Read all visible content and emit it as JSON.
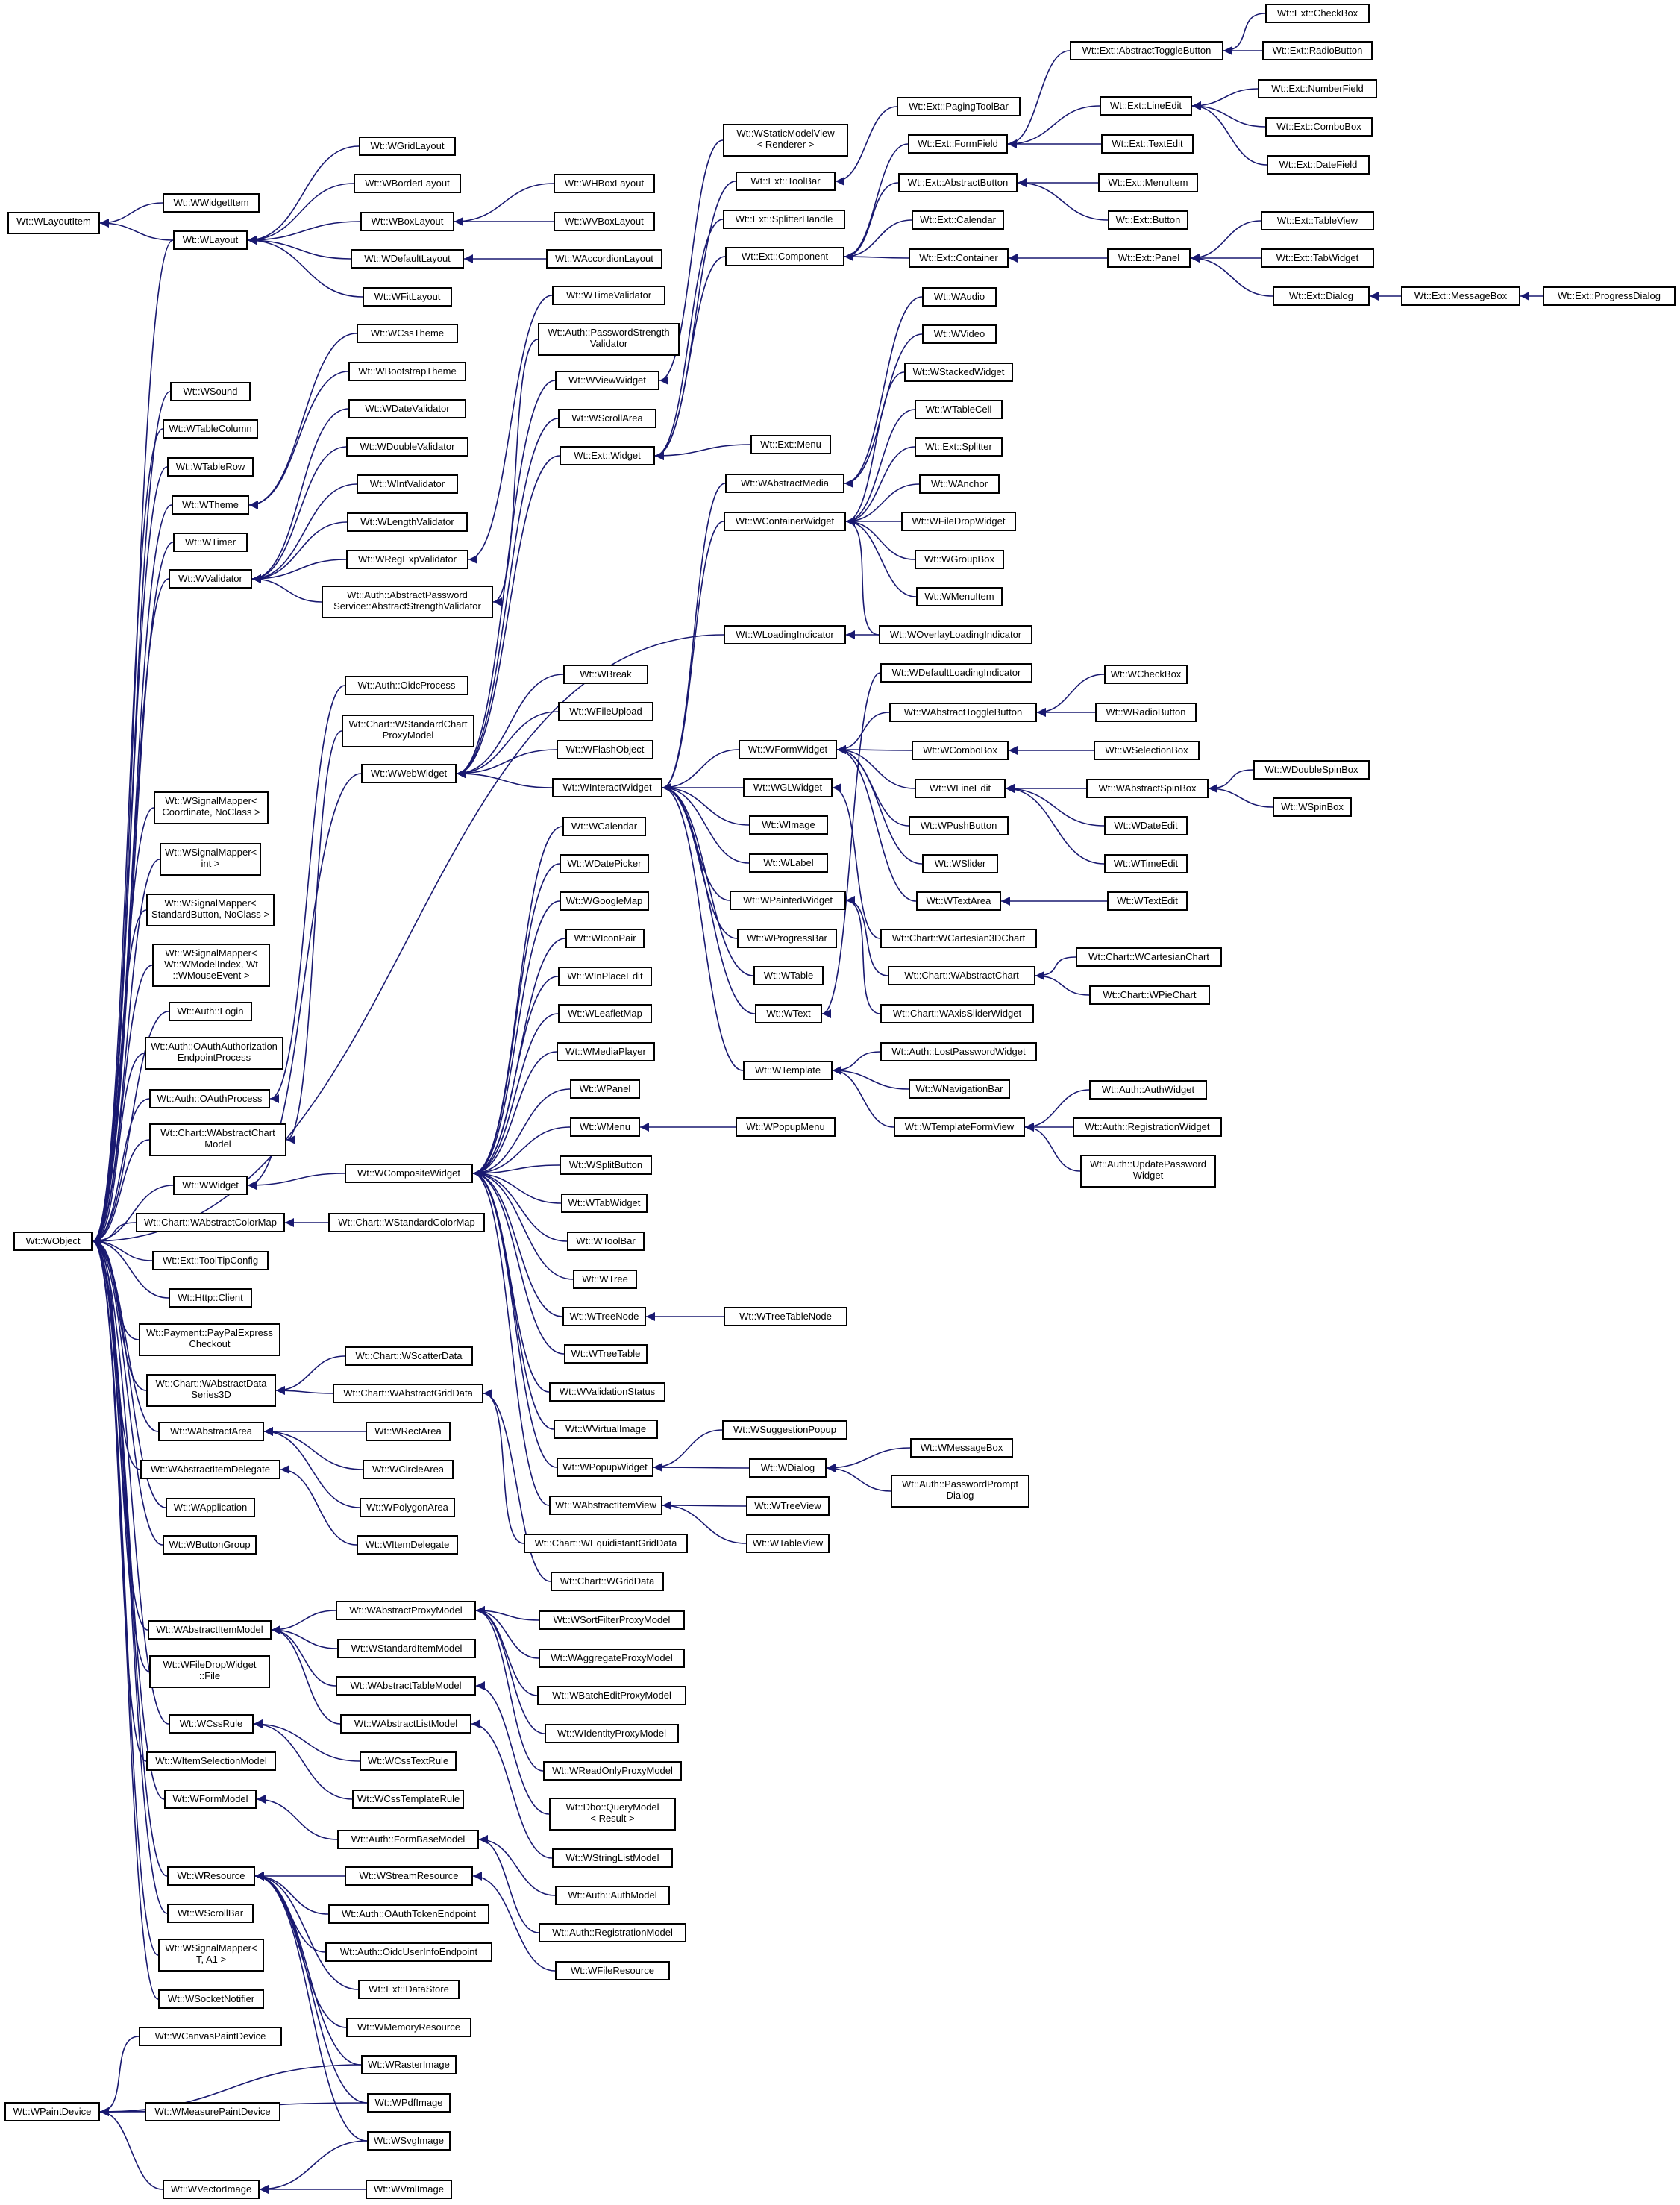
{
  "nodes": {
    "WLayoutItem": "Wt::WLayoutItem",
    "WWidgetItem": "Wt::WWidgetItem",
    "WLayout": "Wt::WLayout",
    "WGridLayout": "Wt::WGridLayout",
    "WBorderLayout": "Wt::WBorderLayout",
    "WBoxLayout": "Wt::WBoxLayout",
    "WHBoxLayout": "Wt::WHBoxLayout",
    "WVBoxLayout": "Wt::WVBoxLayout",
    "WDefaultLayout": "Wt::WDefaultLayout",
    "WAccordionLayout": "Wt::WAccordionLayout",
    "WFitLayout": "Wt::WFitLayout",
    "WObject": "Wt::WObject",
    "WSound": "Wt::WSound",
    "WTableColumn": "Wt::WTableColumn",
    "WTableRow": "Wt::WTableRow",
    "WTheme": "Wt::WTheme",
    "WCssTheme": "Wt::WCssTheme",
    "WBootstrapTheme": "Wt::WBootstrapTheme",
    "WTimer": "Wt::WTimer",
    "WValidator": "Wt::WValidator",
    "WDateValidator": "Wt::WDateValidator",
    "WDoubleValidator": "Wt::WDoubleValidator",
    "WIntValidator": "Wt::WIntValidator",
    "WLengthValidator": "Wt::WLengthValidator",
    "WRegExpValidator": "Wt::WRegExpValidator",
    "AbstractPasswordService": "Wt::Auth::AbstractPassword\nService::AbstractStrengthValidator",
    "WTimeValidator": "Wt::WTimeValidator",
    "PasswordStrengthValidator": "Wt::Auth::PasswordStrength\nValidator",
    "WViewWidget": "Wt::WViewWidget",
    "WScrollArea": "Wt::WScrollArea",
    "ExtWidget": "Wt::Ext::Widget",
    "ExtMenu": "Wt::Ext::Menu",
    "WStaticModelView": "Wt::WStaticModelView\n< Renderer >",
    "ExtToolBar": "Wt::Ext::ToolBar",
    "ExtSplitterHandle": "Wt::Ext::SplitterHandle",
    "ExtComponent": "Wt::Ext::Component",
    "ExtPagingToolBar": "Wt::Ext::PagingToolBar",
    "ExtFormField": "Wt::Ext::FormField",
    "ExtAbstractButton": "Wt::Ext::AbstractButton",
    "ExtCalendar": "Wt::Ext::Calendar",
    "ExtContainer": "Wt::Ext::Container",
    "ExtAbstractToggleButton": "Wt::Ext::AbstractToggleButton",
    "ExtLineEdit": "Wt::Ext::LineEdit",
    "ExtTextEdit": "Wt::Ext::TextEdit",
    "ExtMenuItem": "Wt::Ext::MenuItem",
    "ExtButton": "Wt::Ext::Button",
    "ExtPanel": "Wt::Ext::Panel",
    "ExtCheckBox": "Wt::Ext::CheckBox",
    "ExtRadioButton": "Wt::Ext::RadioButton",
    "ExtNumberField": "Wt::Ext::NumberField",
    "ExtComboBox": "Wt::Ext::ComboBox",
    "ExtDateField": "Wt::Ext::DateField",
    "ExtTableView": "Wt::Ext::TableView",
    "ExtTabWidget": "Wt::Ext::TabWidget",
    "ExtDialog": "Wt::Ext::Dialog",
    "ExtMessageBox": "Wt::Ext::MessageBox",
    "ExtProgressDialog": "Wt::Ext::ProgressDialog",
    "WAbstractMedia": "Wt::WAbstractMedia",
    "WContainerWidget": "Wt::WContainerWidget",
    "WAudio": "Wt::WAudio",
    "WVideo": "Wt::WVideo",
    "WStackedWidget": "Wt::WStackedWidget",
    "WTableCell": "Wt::WTableCell",
    "ExtSplitter": "Wt::Ext::Splitter",
    "WAnchor": "Wt::WAnchor",
    "WFileDropWidget": "Wt::WFileDropWidget",
    "WGroupBox": "Wt::WGroupBox",
    "WMenuItem": "Wt::WMenuItem",
    "WLoadingIndicator": "Wt::WLoadingIndicator",
    "WOverlayLoadingIndicator": "Wt::WOverlayLoadingIndicator",
    "WDefaultLoadingIndicator": "Wt::WDefaultLoadingIndicator",
    "AuthOidcProcess": "Wt::Auth::OidcProcess",
    "ChartWStandardChartProxyModel": "Wt::Chart::WStandardChart\nProxyModel",
    "WWebWidget": "Wt::WWebWidget",
    "WBreak": "Wt::WBreak",
    "WFileUpload": "Wt::WFileUpload",
    "WFlashObject": "Wt::WFlashObject",
    "WInteractWidget": "Wt::WInteractWidget",
    "WFormWidget": "Wt::WFormWidget",
    "WGLWidget": "Wt::WGLWidget",
    "WImage": "Wt::WImage",
    "WLabel": "Wt::WLabel",
    "WPaintedWidget": "Wt::WPaintedWidget",
    "WProgressBar": "Wt::WProgressBar",
    "WTable": "Wt::WTable",
    "WText": "Wt::WText",
    "WTemplate": "Wt::WTemplate",
    "WAbstractToggleButton": "Wt::WAbstractToggleButton",
    "WCheckBox": "Wt::WCheckBox",
    "WRadioButton": "Wt::WRadioButton",
    "WComboBox": "Wt::WComboBox",
    "WSelectionBox": "Wt::WSelectionBox",
    "WLineEdit": "Wt::WLineEdit",
    "WAbstractSpinBox": "Wt::WAbstractSpinBox",
    "WDoubleSpinBox": "Wt::WDoubleSpinBox",
    "WSpinBox": "Wt::WSpinBox",
    "WDateEdit": "Wt::WDateEdit",
    "WTimeEdit": "Wt::WTimeEdit",
    "WPushButton": "Wt::WPushButton",
    "WSlider": "Wt::WSlider",
    "WTextArea": "Wt::WTextArea",
    "WTextEdit": "Wt::WTextEdit",
    "ChartWCartesian3DChart": "Wt::Chart::WCartesian3DChart",
    "ChartWAbstractChart": "Wt::Chart::WAbstractChart",
    "ChartWCartesianChart": "Wt::Chart::WCartesianChart",
    "ChartWPieChart": "Wt::Chart::WPieChart",
    "ChartWAxisSliderWidget": "Wt::Chart::WAxisSliderWidget",
    "AuthLostPasswordWidget": "Wt::Auth::LostPasswordWidget",
    "WNavigationBar": "Wt::WNavigationBar",
    "WTemplateFormView": "Wt::WTemplateFormView",
    "AuthAuthWidget": "Wt::Auth::AuthWidget",
    "AuthRegistrationWidget": "Wt::Auth::RegistrationWidget",
    "AuthUpdatePasswordWidget": "Wt::Auth::UpdatePassword\nWidget",
    "WSignalMapper1": "Wt::WSignalMapper<\nCoordinate, NoClass >",
    "WSignalMapper2": "Wt::WSignalMapper<\nint >",
    "WSignalMapper3": "Wt::WSignalMapper<\nStandardButton, NoClass >",
    "WSignalMapper4": "Wt::WSignalMapper<\nWt::WModelIndex, Wt\n::WMouseEvent >",
    "AuthLogin": "Wt::Auth::Login",
    "AuthOAuthAuthorizationEndpointProcess": "Wt::Auth::OAuthAuthorization\nEndpointProcess",
    "AuthOAuthProcess": "Wt::Auth::OAuthProcess",
    "ChartWAbstractChartModel": "Wt::Chart::WAbstractChart\nModel",
    "WWidget": "Wt::WWidget",
    "WCompositeWidget": "Wt::WCompositeWidget",
    "WCalendar": "Wt::WCalendar",
    "WDatePicker": "Wt::WDatePicker",
    "WGoogleMap": "Wt::WGoogleMap",
    "WIconPair": "Wt::WIconPair",
    "WInPlaceEdit": "Wt::WInPlaceEdit",
    "WLeafletMap": "Wt::WLeafletMap",
    "WMediaPlayer": "Wt::WMediaPlayer",
    "WPanel": "Wt::WPanel",
    "WMenu": "Wt::WMenu",
    "WPopupMenu": "Wt::WPopupMenu",
    "WSplitButton": "Wt::WSplitButton",
    "WTabWidget": "Wt::WTabWidget",
    "WToolBar": "Wt::WToolBar",
    "WTree": "Wt::WTree",
    "WTreeNode": "Wt::WTreeNode",
    "WTreeTableNode": "Wt::WTreeTableNode",
    "WTreeTable": "Wt::WTreeTable",
    "WValidationStatus": "Wt::WValidationStatus",
    "WVirtualImage": "Wt::WVirtualImage",
    "WPopupWidget": "Wt::WPopupWidget",
    "WSuggestionPopup": "Wt::WSuggestionPopup",
    "WDialog": "Wt::WDialog",
    "WMessageBox": "Wt::WMessageBox",
    "AuthPasswordPromptDialog": "Wt::Auth::PasswordPrompt\nDialog",
    "WAbstractItemView": "Wt::WAbstractItemView",
    "WTreeView": "Wt::WTreeView",
    "WTableView": "Wt::WTableView",
    "ChartWEquidistantGridData": "Wt::Chart::WEquidistantGridData",
    "ChartWGridData": "Wt::Chart::WGridData",
    "ChartWAbstractColorMap": "Wt::Chart::WAbstractColorMap",
    "ChartWStandardColorMap": "Wt::Chart::WStandardColorMap",
    "ExtToolTipConfig": "Wt::Ext::ToolTipConfig",
    "HttpClient": "Wt::Http::Client",
    "PaymentPayPalExpressCheckout": "Wt::Payment::PayPalExpress\nCheckout",
    "ChartWAbstractDataSeries3D": "Wt::Chart::WAbstractData\nSeries3D",
    "ChartWScatterData": "Wt::Chart::WScatterData",
    "ChartWAbstractGridData": "Wt::Chart::WAbstractGridData",
    "WAbstractArea": "Wt::WAbstractArea",
    "WRectArea": "Wt::WRectArea",
    "WCircleArea": "Wt::WCircleArea",
    "WPolygonArea": "Wt::WPolygonArea",
    "WAbstractItemDelegate": "Wt::WAbstractItemDelegate",
    "WItemDelegate": "Wt::WItemDelegate",
    "WApplication": "Wt::WApplication",
    "WButtonGroup": "Wt::WButtonGroup",
    "WAbstractItemModel": "Wt::WAbstractItemModel",
    "WAbstractProxyModel": "Wt::WAbstractProxyModel",
    "WStandardItemModel": "Wt::WStandardItemModel",
    "WAbstractTableModel": "Wt::WAbstractTableModel",
    "WAbstractListModel": "Wt::WAbstractListModel",
    "WSortFilterProxyModel": "Wt::WSortFilterProxyModel",
    "WAggregateProxyModel": "Wt::WAggregateProxyModel",
    "WBatchEditProxyModel": "Wt::WBatchEditProxyModel",
    "WIdentityProxyModel": "Wt::WIdentityProxyModel",
    "WReadOnlyProxyModel": "Wt::WReadOnlyProxyModel",
    "DboQueryModel": "Wt::Dbo::QueryModel\n< Result >",
    "WStringListModel": "Wt::WStringListModel",
    "WFileDropWidgetFile": "Wt::WFileDropWidget\n::File",
    "WCssRule": "Wt::WCssRule",
    "WCssTextRule": "Wt::WCssTextRule",
    "WCssTemplateRule": "Wt::WCssTemplateRule",
    "WItemSelectionModel": "Wt::WItemSelectionModel",
    "WFormModel": "Wt::WFormModel",
    "AuthFormBaseModel": "Wt::Auth::FormBaseModel",
    "AuthAuthModel": "Wt::Auth::AuthModel",
    "AuthRegistrationModel": "Wt::Auth::RegistrationModel",
    "WResource": "Wt::WResource",
    "WStreamResource": "Wt::WStreamResource",
    "WFileResource": "Wt::WFileResource",
    "AuthOAuthTokenEndpoint": "Wt::Auth::OAuthTokenEndpoint",
    "AuthOidcUserInfoEndpoint": "Wt::Auth::OidcUserInfoEndpoint",
    "ExtDataStore": "Wt::Ext::DataStore",
    "WMemoryResource": "Wt::WMemoryResource",
    "WRasterImage": "Wt::WRasterImage",
    "WPdfImage": "Wt::WPdfImage",
    "WSvgImage": "Wt::WSvgImage",
    "WVmlImage": "Wt::WVmlImage",
    "WScrollBar": "Wt::WScrollBar",
    "WSignalMapper5": "Wt::WSignalMapper<\nT, A1 >",
    "WSocketNotifier": "Wt::WSocketNotifier",
    "WCanvasPaintDevice": "Wt::WCanvasPaintDevice",
    "WPaintDevice": "Wt::WPaintDevice",
    "WMeasurePaintDevice": "Wt::WMeasurePaintDevice",
    "WVectorImage": "Wt::WVectorImage"
  },
  "style": {
    "edge_color": "#191970",
    "node_border": "#000000",
    "background": "#ffffff"
  }
}
